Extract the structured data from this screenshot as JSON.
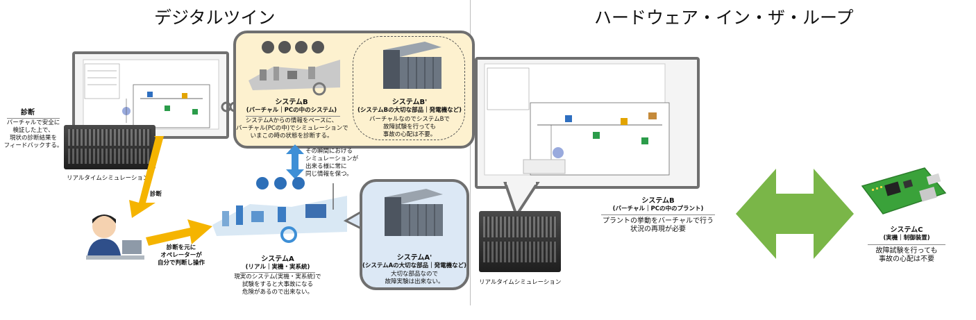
{
  "titles": {
    "left": "デジタルツイン",
    "right": "ハードウェア・イン・ザ・ループ"
  },
  "left": {
    "diagnosis_box": {
      "heading": "診断",
      "lines": [
        "バーチャルで安全に",
        "検証した上で、",
        "現状の診断結果を",
        "フィードバックする。"
      ]
    },
    "rts_label": "リアルタイムシミュレーション",
    "arrow_label_diagnosis": "診断",
    "operator_label": [
      "診断を元に",
      "オペレーターが",
      "自分で判断し操作"
    ],
    "system_b": {
      "name_prefix": "システム",
      "name_letter": "B",
      "subtitle": "(バーチャル｜PCの中のシステム)",
      "desc": [
        "システムAからの情報をベースに、",
        "バーチャル(PCの中)でシミュレーションで",
        "いまこの時の状態を診断する。"
      ]
    },
    "system_b_prime": {
      "name": "システムB'",
      "subtitle": "(システムBの大切な部品｜発電機など)",
      "desc": [
        "バーチャルなのでシステムBで",
        "故障試験を行っても",
        "事故の心配は不要。"
      ]
    },
    "sync_label": [
      "その瞬間における",
      "シミュレーションが",
      "出来る様に常に",
      "同じ情報を保つ。"
    ],
    "system_a": {
      "name": "システムA",
      "subtitle": "(リアル｜実機・実系統)",
      "desc": [
        "現実のシステム(実機・実系統)で",
        "試験をすると大事故になる",
        "危険があるので出来ない。"
      ]
    },
    "system_a_prime": {
      "name": "システムA'",
      "subtitle": "(システムAの大切な部品｜発電機など)",
      "desc": [
        "大切な部品なので",
        "故障実験は出来ない。"
      ]
    }
  },
  "right": {
    "rts_label": "リアルタイムシミュレーション",
    "system_b": {
      "name": "システムB",
      "subtitle": "(バーチャル｜PCの中のプラント)",
      "desc": [
        "プラントの挙動をバーチャルで行う",
        "状況の再現が必要"
      ]
    },
    "system_c": {
      "name": "システムC",
      "subtitle": "(実機｜制御装置)",
      "desc": [
        "故障試験を行っても",
        "事故の心配は不要"
      ]
    }
  },
  "colors": {
    "orange_arrow": "#f5b400",
    "blue_arrow": "#3e8fd6",
    "green_arrow": "#7ab648",
    "bubble_border": "#6f6f6f",
    "cream_bg": "#fdf1cf",
    "lightblue_bg": "#dce8f5"
  }
}
